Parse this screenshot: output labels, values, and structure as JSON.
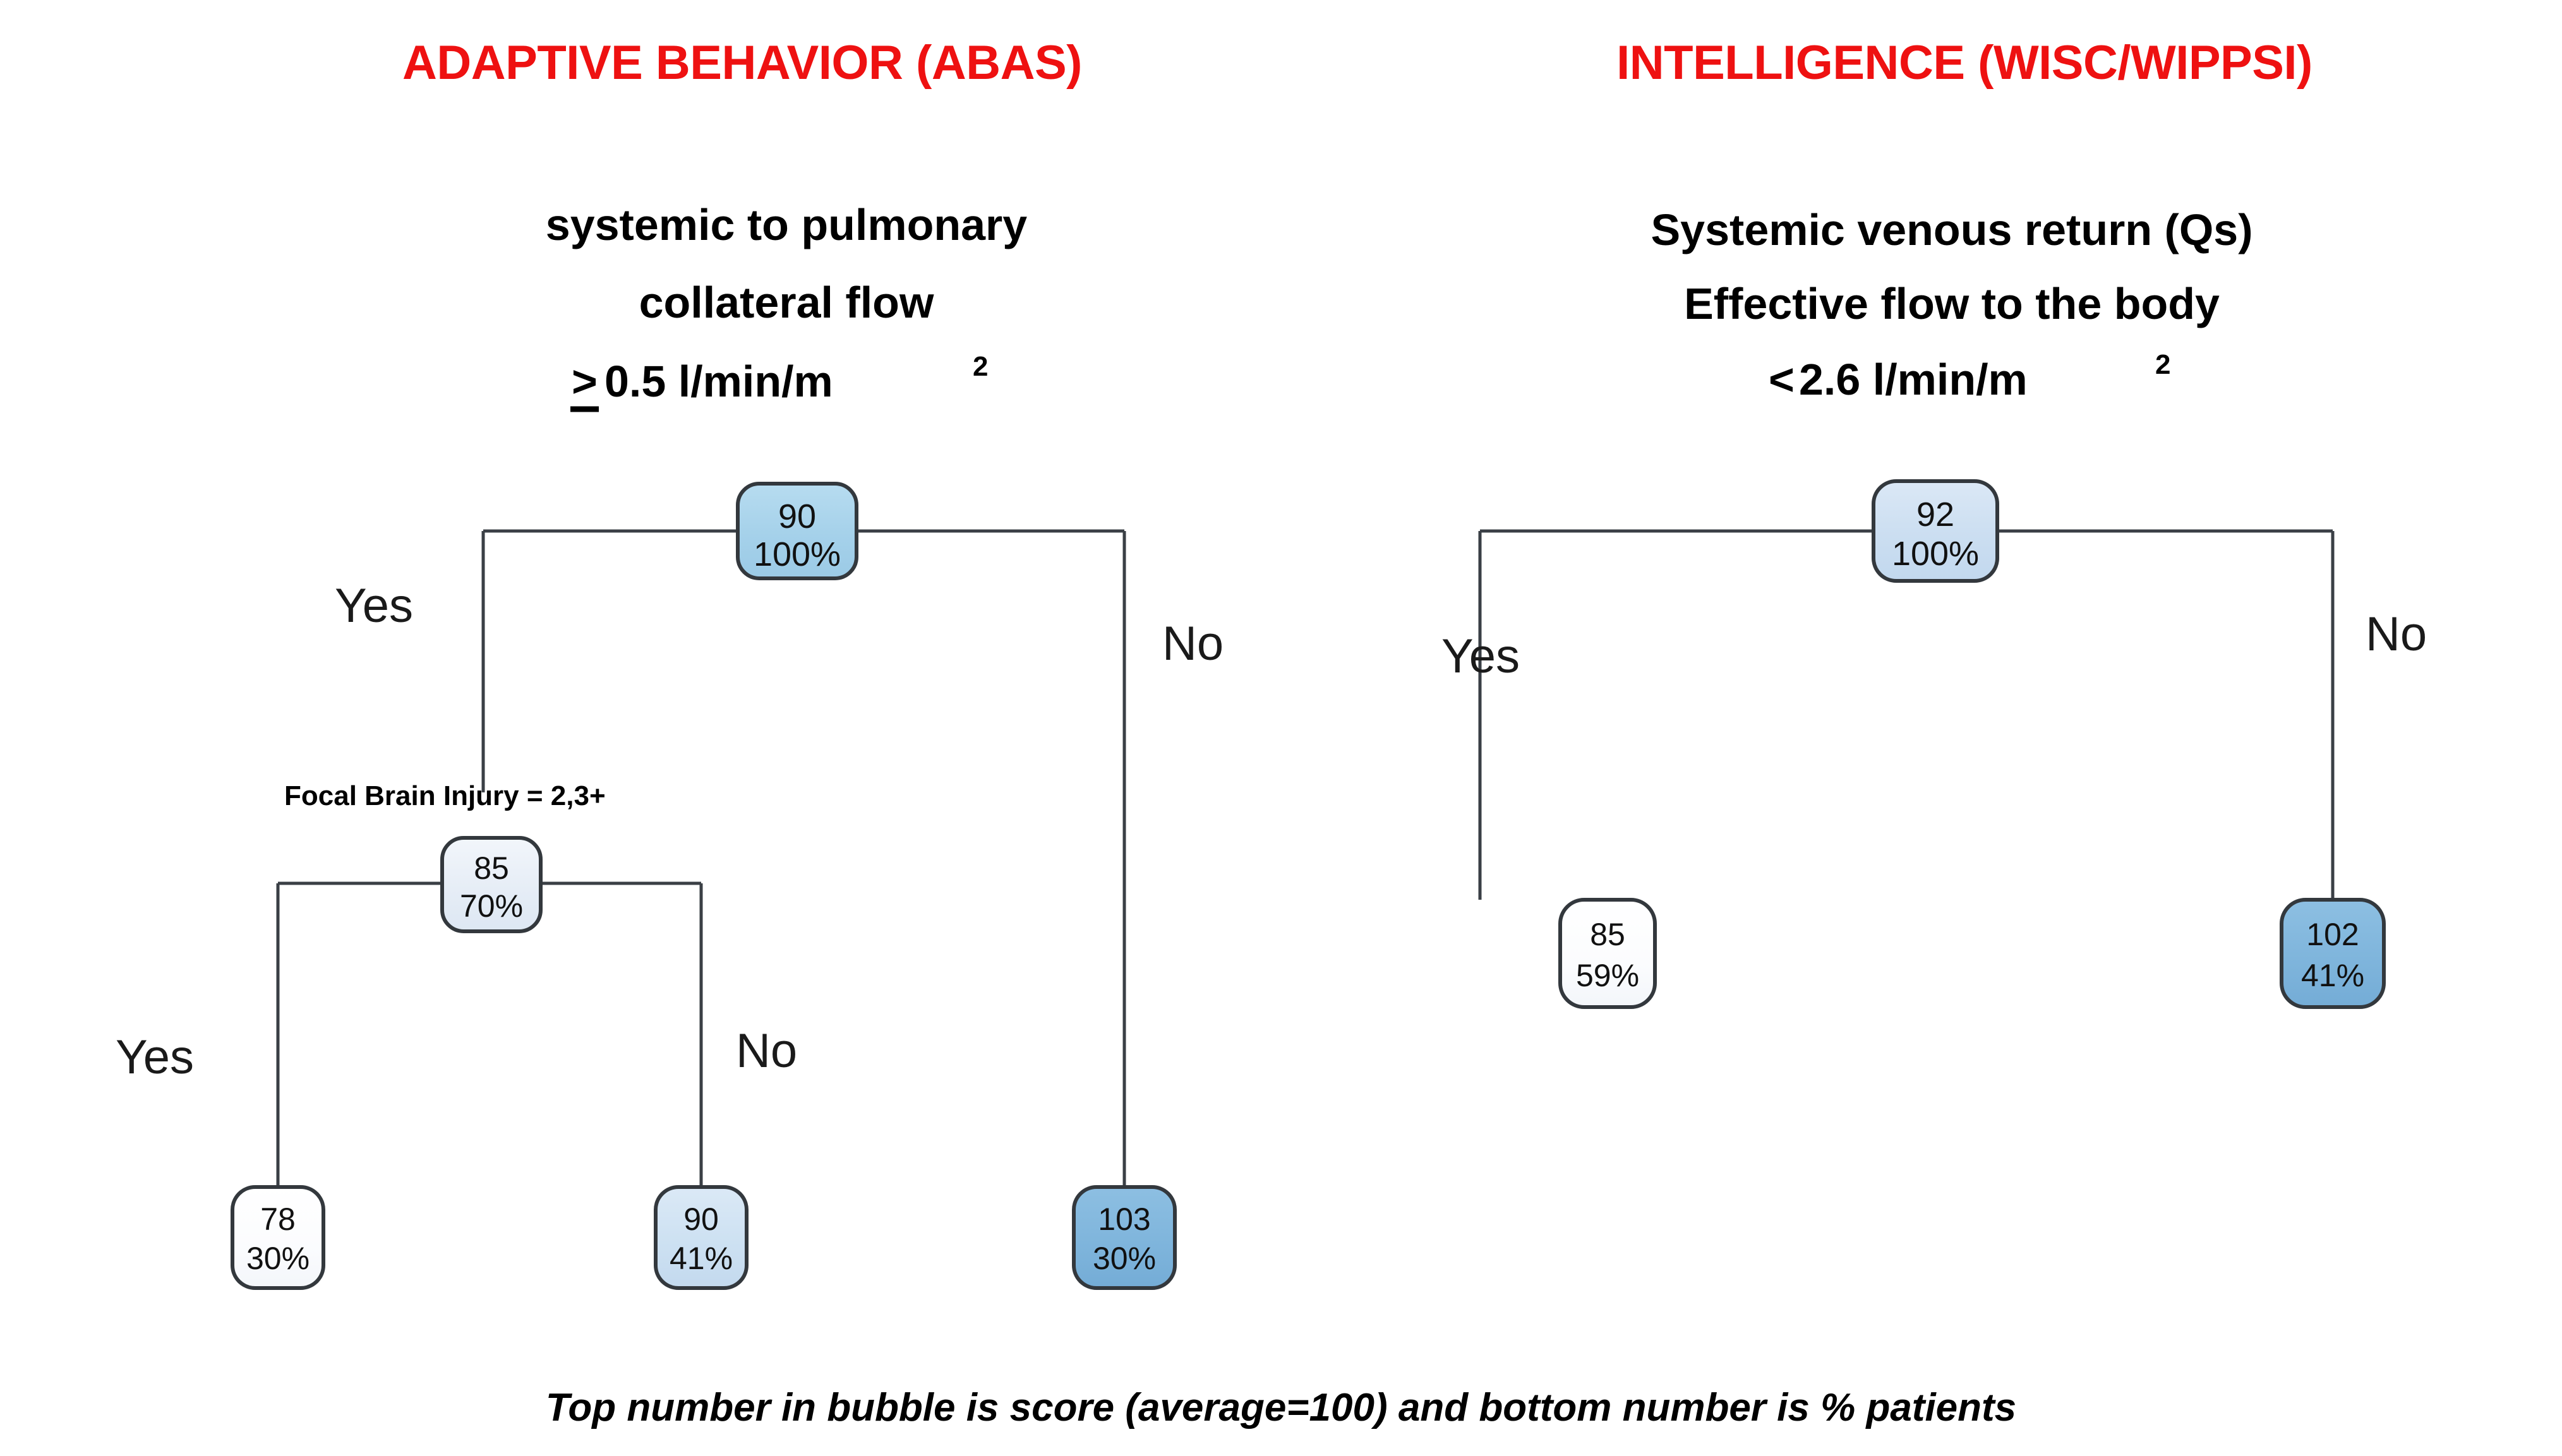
{
  "figure": {
    "footnote": "Top number in bubble is score (average=100) and bottom number is % patients",
    "background_color": "#ffffff",
    "title_color": "#ee1111",
    "edge_color": "#3a3f45",
    "node_border_color": "#33383d"
  },
  "panels": [
    {
      "id": "abas",
      "title": "ADAPTIVE BEHAVIOR (ABAS)",
      "subtitle_lines": [
        "systemic to pulmonary",
        "collateral flow",
        "> 0.5 l/min/m2"
      ],
      "subtitle_line3_prefix": ">",
      "subtitle_line3_main": " 0.5 l/min/m",
      "subtitle_line3_sup": "2",
      "root_split_label": "",
      "inner_split_label": "Focal Brain Injury = 2,3+",
      "branch_labels": {
        "root_yes": "Yes",
        "root_no": "No",
        "inner_yes": "Yes",
        "inner_no": "No"
      },
      "nodes": [
        {
          "id": "abas-root",
          "score": "90",
          "percent": "100%",
          "fill": "#a8d3ea",
          "level": "root"
        },
        {
          "id": "abas-mid",
          "score": "85",
          "percent": "70%",
          "fill": "#e8eef6",
          "level": "internal"
        },
        {
          "id": "abas-leaf1",
          "score": "78",
          "percent": "30%",
          "fill": "#fbfcfe",
          "level": "leaf"
        },
        {
          "id": "abas-leaf2",
          "score": "90",
          "percent": "41%",
          "fill": "#cfe2f3",
          "level": "leaf"
        },
        {
          "id": "abas-leaf3",
          "score": "103",
          "percent": "30%",
          "fill": "#7fb5dc",
          "level": "leaf"
        }
      ]
    },
    {
      "id": "iq",
      "title": "INTELLIGENCE (WISC/WIPPSI)",
      "subtitle_lines": [
        "Systemic venous return (Qs)",
        "Effective flow to the body",
        "< 2.6 l/min/m2"
      ],
      "subtitle_line3_prefix": "<",
      "subtitle_line3_main": " 2.6 l/min/m",
      "subtitle_line3_sup": "2",
      "branch_labels": {
        "root_yes": "Yes",
        "root_no": "No"
      },
      "nodes": [
        {
          "id": "iq-root",
          "score": "92",
          "percent": "100%",
          "fill": "#cfe0f1",
          "level": "root"
        },
        {
          "id": "iq-leaf1",
          "score": "85",
          "percent": "59%",
          "fill": "#fbfcfe",
          "level": "leaf"
        },
        {
          "id": "iq-leaf2",
          "score": "102",
          "percent": "41%",
          "fill": "#7fb5dc",
          "level": "leaf"
        }
      ]
    }
  ]
}
